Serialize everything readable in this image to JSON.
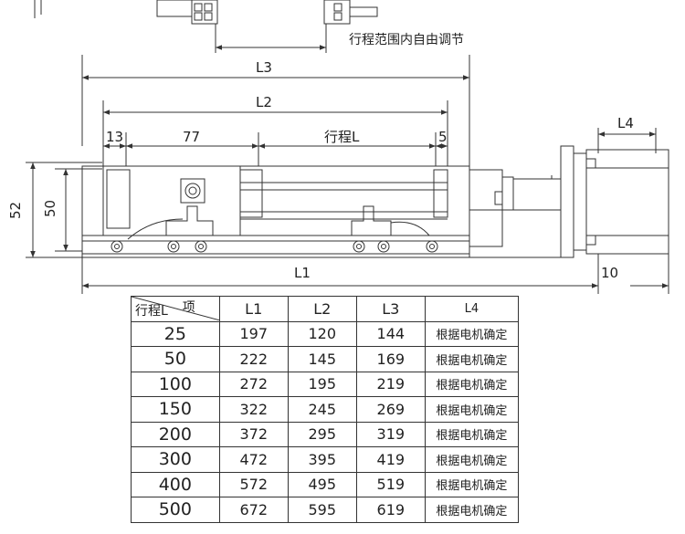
{
  "annotations": {
    "stroke_note": "行程范围内自由调节",
    "dim_L3": "L3",
    "dim_L2": "L2",
    "dim_L1": "L1",
    "dim_L4": "L4",
    "dim_13": "13",
    "dim_77": "77",
    "dim_stroke": "行程L",
    "dim_5": "5",
    "dim_52": "52",
    "dim_50": "50",
    "dim_10": "10"
  },
  "table": {
    "corner_top": "项",
    "corner_bottom": "行程L",
    "headers": [
      "L1",
      "L2",
      "L3",
      "L4"
    ],
    "rows": [
      [
        "25",
        "197",
        "120",
        "144",
        "根据电机确定"
      ],
      [
        "50",
        "222",
        "145",
        "169",
        "根据电机确定"
      ],
      [
        "100",
        "272",
        "195",
        "219",
        "根据电机确定"
      ],
      [
        "150",
        "322",
        "245",
        "269",
        "根据电机确定"
      ],
      [
        "200",
        "372",
        "295",
        "319",
        "根据电机确定"
      ],
      [
        "300",
        "472",
        "395",
        "419",
        "根据电机确定"
      ],
      [
        "400",
        "572",
        "495",
        "519",
        "根据电机确定"
      ],
      [
        "500",
        "672",
        "595",
        "619",
        "根据电机确定"
      ]
    ]
  }
}
